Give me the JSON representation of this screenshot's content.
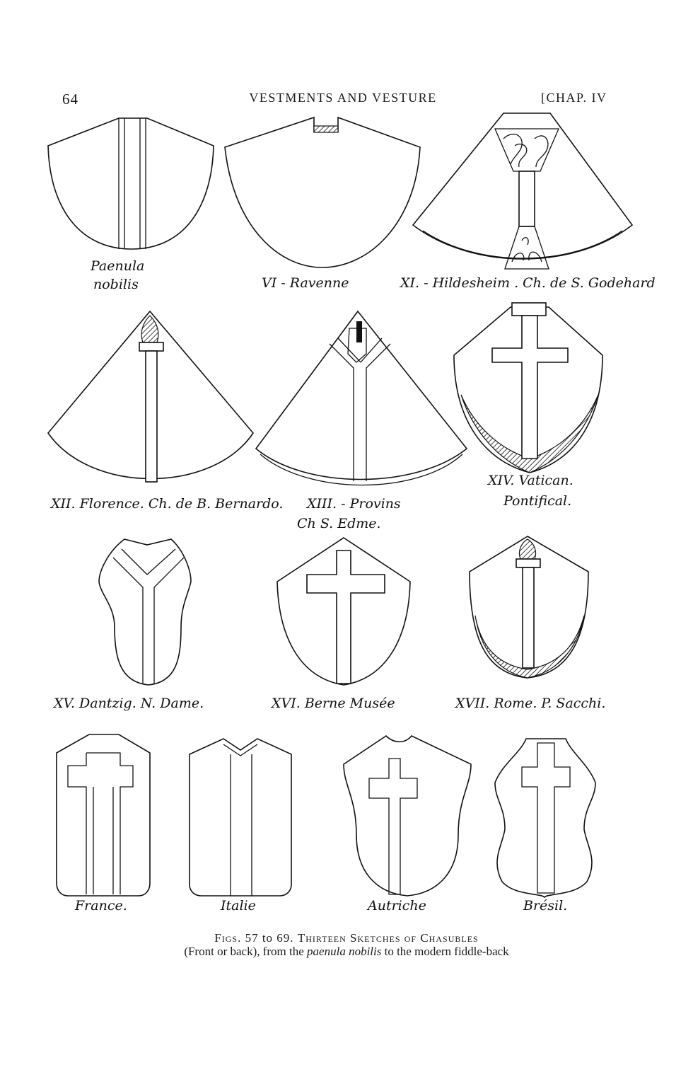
{
  "header": {
    "page_number": "64",
    "running_title": "VESTMENTS AND VESTURE",
    "chapter": "[CHAP. IV"
  },
  "figures": [
    {
      "label_lines": [
        "Paenula",
        "nobilis"
      ]
    },
    {
      "label_lines": [
        "VI - Ravenne"
      ]
    },
    {
      "label_lines": [
        "XI. - Hildesheim . Ch. de S. Godehard"
      ]
    },
    {
      "label_lines": [
        "XII. Florence. Ch. de B. Bernardo."
      ]
    },
    {
      "label_lines": [
        "XIII. - Provins",
        "Ch S. Edme."
      ]
    },
    {
      "label_lines": [
        "XIV. Vatican.",
        "Pontifical."
      ]
    },
    {
      "label_lines": [
        "XV. Dantzig. N. Dame."
      ]
    },
    {
      "label_lines": [
        "XVI. Berne Musée"
      ]
    },
    {
      "label_lines": [
        "XVII. Rome. P. Sacchi."
      ]
    },
    {
      "label_lines": [
        "France."
      ]
    },
    {
      "label_lines": [
        "Italie"
      ]
    },
    {
      "label_lines": [
        "Autriche"
      ]
    },
    {
      "label_lines": [
        "Brésil."
      ]
    }
  ],
  "caption": {
    "figs_lead": "Figs.",
    "figs_range": "57 to 69.",
    "title": "Thirteen Sketches of Chasubles",
    "line2_before": "(Front or back), from the ",
    "line2_italic": "paenula nobilis",
    "line2_after": " to the modern fiddle-back"
  }
}
